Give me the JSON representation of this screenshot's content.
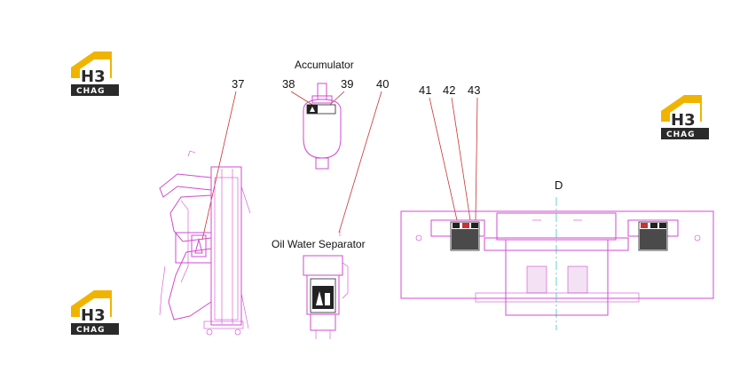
{
  "captions": {
    "accumulator": "Accumulator",
    "oil_water_separator": "Oil Water Separator",
    "view_d": "D"
  },
  "callouts": {
    "c37": "37",
    "c38": "38",
    "c39": "39",
    "c40": "40",
    "c41": "41",
    "c42": "42",
    "c43": "43"
  },
  "watermark": {
    "letters": "H3",
    "text": "CHAG",
    "colors": {
      "roof": "#f0b400",
      "box": "#2a2a2a",
      "drawing": "#d04bd0",
      "leader": "#c83232",
      "centerline": "#3cc8c8"
    }
  }
}
